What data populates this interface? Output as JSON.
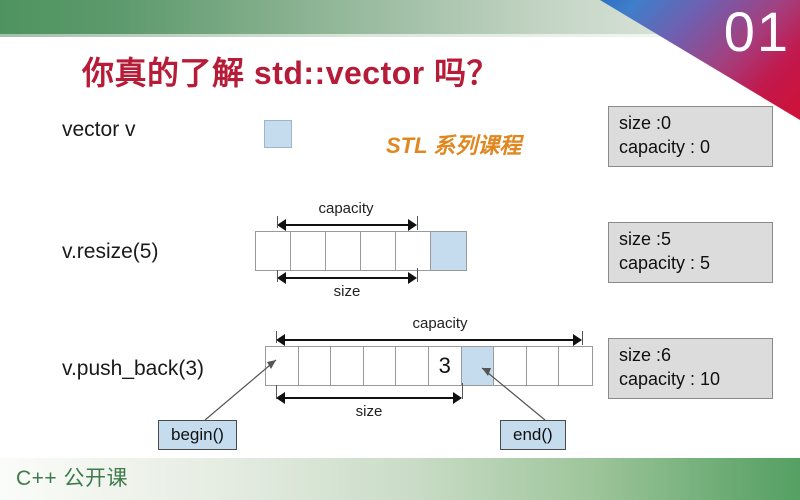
{
  "slide": {
    "number": "01",
    "title": "你真的了解 std::vector 吗？",
    "subtitle": "STL 系列课程",
    "footer": "C++ 公开课",
    "colors": {
      "title": "#b61c38",
      "subtitle": "#e08820",
      "footer": "#3e7a4a",
      "band_green": "#4f9360",
      "cell_highlight": "#c5dcee",
      "info_box_bg": "#dcdcdc"
    }
  },
  "rows": [
    {
      "label": "vector v",
      "cells": [],
      "highlight_index": null,
      "measures": [],
      "info": {
        "size": "size :0",
        "capacity": "capacity : 0"
      }
    },
    {
      "label": "v.resize(5)",
      "cells": [
        "",
        "",
        "",
        "",
        "",
        ""
      ],
      "highlight_index": 5,
      "measures": [
        {
          "name": "capacity",
          "label": "capacity",
          "from": 0,
          "to": 5
        },
        {
          "name": "size",
          "label": "size",
          "from": 0,
          "to": 5
        }
      ],
      "info": {
        "size": "size :5",
        "capacity": "capacity : 5"
      }
    },
    {
      "label": "v.push_back(3)",
      "cells": [
        "",
        "",
        "",
        "",
        "",
        "3",
        "",
        "",
        "",
        ""
      ],
      "highlight_index": 6,
      "measures": [
        {
          "name": "capacity",
          "label": "capacity",
          "from": 0,
          "to": 10
        },
        {
          "name": "size",
          "label": "size",
          "from": 0,
          "to": 6
        }
      ],
      "info": {
        "size": "size :6",
        "capacity": "capacity : 10"
      }
    }
  ],
  "callouts": {
    "begin": "begin()",
    "end": "end()"
  }
}
